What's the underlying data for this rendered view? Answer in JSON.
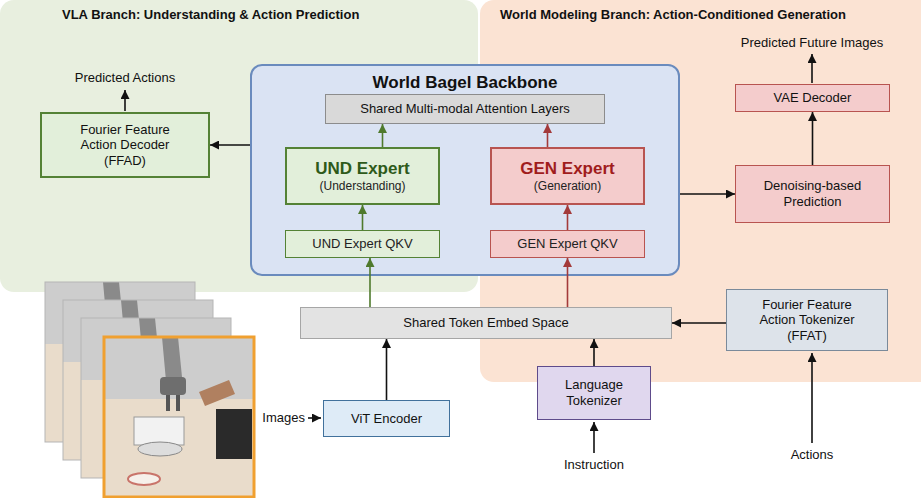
{
  "diagram": {
    "nodes": [
      {
        "text": [
          "VLA Branch: Understanding & Action Prediction"
        ]
      },
      {
        "text": [
          "World Modeling Branch: Action-Conditioned Generation"
        ]
      },
      {
        "text": [
          "World Bagel Backbone"
        ]
      },
      {
        "text": [
          "Shared Multi-modal Attention Layers"
        ],
        "in": 2
      },
      {
        "text": [
          "UND Expert",
          "(Understanding)"
        ],
        "in": 2
      },
      {
        "text": [
          "GEN Expert",
          "(Generation)"
        ],
        "in": 2
      },
      {
        "text": [
          "UND Expert QKV"
        ],
        "in": 2
      },
      {
        "text": [
          "GEN Expert QKV"
        ],
        "in": 2
      },
      {
        "text": [
          "Fourier Feature Action Decoder",
          "(FFAD)"
        ],
        "in": 0
      },
      {
        "text": [
          "VAE Decoder"
        ],
        "in": 1
      },
      {
        "text": [
          "Denoising-based Prediction"
        ],
        "in": 1
      },
      {
        "text": [
          "Fourier Feature Action Tokenizer",
          "(FFAT)"
        ],
        "in": 1
      },
      {
        "text": [
          "Shared Token Embed Space"
        ]
      },
      {
        "text": [
          "Language Tokenizer"
        ]
      },
      {
        "text": [
          "ViT Encoder"
        ]
      }
    ],
    "edges": [
      {
        "from": 12,
        "to": 6,
        "arrow": "to"
      },
      {
        "from": 12,
        "to": 7,
        "arrow": "to"
      },
      {
        "from": 6,
        "to": 4,
        "arrow": "to"
      },
      {
        "from": 7,
        "to": 5,
        "arrow": "to"
      },
      {
        "from": 4,
        "to": 3,
        "arrow": "to"
      },
      {
        "from": 5,
        "to": 3,
        "arrow": "to"
      },
      {
        "from": 2,
        "to": 8,
        "arrow": "to"
      },
      {
        "from": 2,
        "to": 10,
        "arrow": "to"
      },
      {
        "from": 10,
        "to": 9,
        "arrow": "to"
      },
      {
        "from": 14,
        "to": 12,
        "arrow": "to"
      },
      {
        "from": 13,
        "to": 12,
        "arrow": "to"
      },
      {
        "from": 11,
        "to": 12,
        "arrow": "to"
      }
    ],
    "labels": [
      "Predicted Actions",
      "Predicted Future Images",
      "Images",
      "Instruction",
      "Actions"
    ]
  }
}
